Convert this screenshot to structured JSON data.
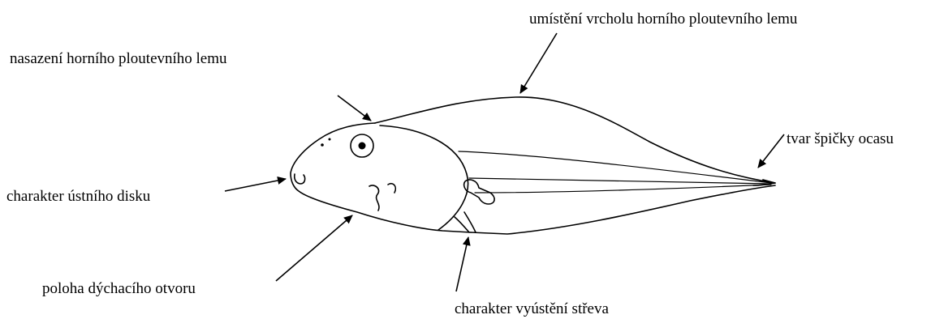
{
  "labels": {
    "upper_fin_peak": "umístění vrcholu horního ploutevního lemu",
    "upper_fin_origin": "nasazení horního ploutevního lemu",
    "tail_tip": "tvar špičky ocasu",
    "oral_disc": "charakter ústního disku",
    "spiracle": "poloha dýchacího otvoru",
    "vent": "charakter vyústění střeva"
  }
}
